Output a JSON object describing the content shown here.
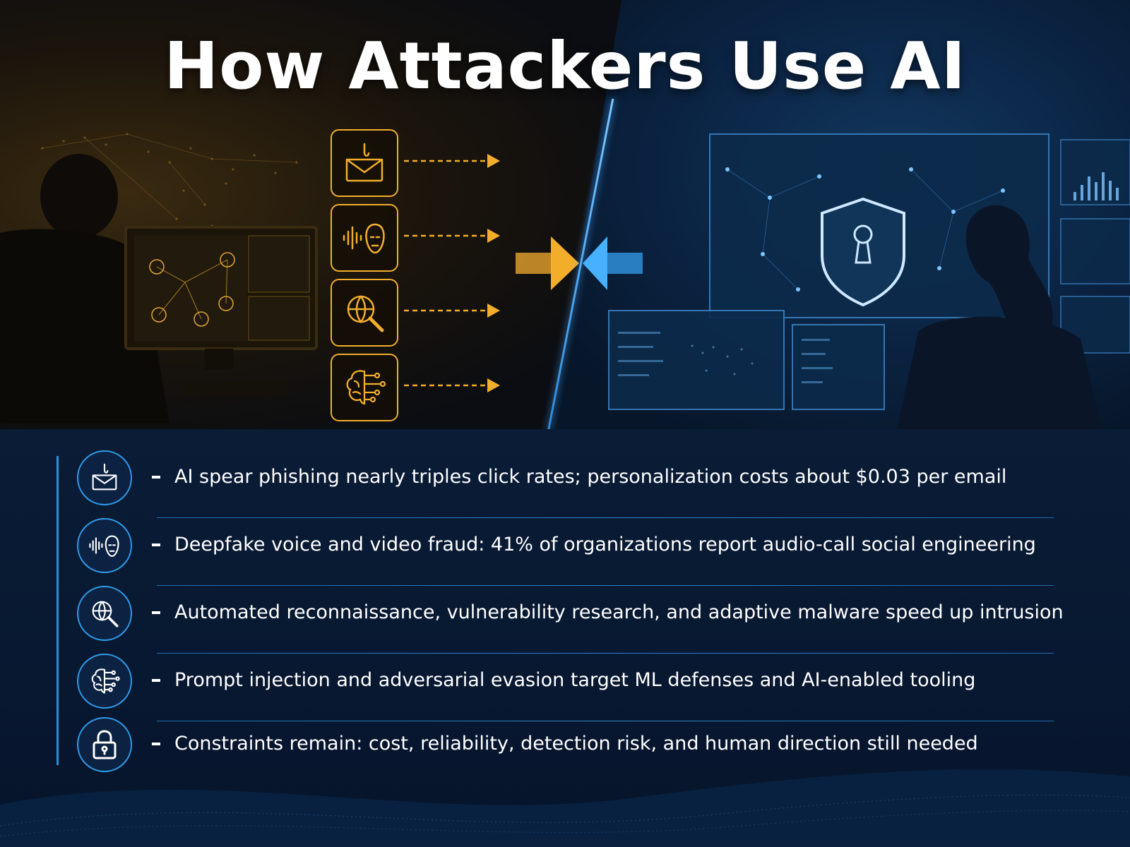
{
  "title": "How Attackers Use AI",
  "colors": {
    "attacker_accent": "#f2ae2b",
    "defender_accent": "#2f9be8",
    "background": "#07152a",
    "text": "#ffffff"
  },
  "attack_icons": [
    "phishing-email-icon",
    "deepfake-voice-face-icon",
    "reconnaissance-globe-search-icon",
    "ai-brain-circuit-icon"
  ],
  "items": [
    {
      "icon": "phishing-email-icon",
      "text": "AI spear phishing nearly triples click rates; personalization costs about $0.03 per email"
    },
    {
      "icon": "deepfake-voice-face-icon",
      "text": "Deepfake voice and video fraud: 41% of organizations report audio-call social engineering"
    },
    {
      "icon": "reconnaissance-globe-search-icon",
      "text": "Automated reconnaissance, vulnerability research, and adaptive malware speed up intrusion"
    },
    {
      "icon": "ai-brain-circuit-icon",
      "text": "Prompt injection and adversarial evasion target ML defenses and AI-enabled tooling"
    },
    {
      "icon": "padlock-icon",
      "text": "Constraints remain: cost, reliability, detection risk, and human direction still needed"
    }
  ]
}
